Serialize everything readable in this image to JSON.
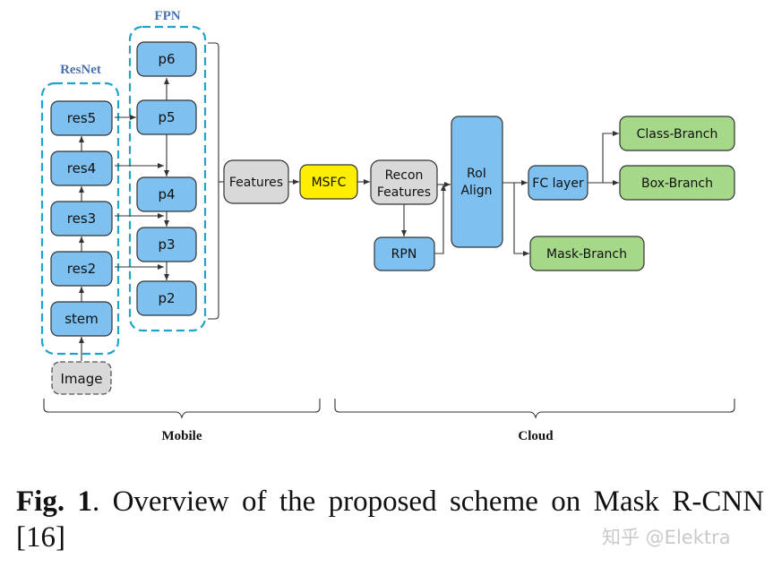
{
  "groups": {
    "resnet": "ResNet",
    "fpn": "FPN"
  },
  "nodes": {
    "image": "Image",
    "stem": "stem",
    "res2": "res2",
    "res3": "res3",
    "res4": "res4",
    "res5": "res5",
    "p2": "p2",
    "p3": "p3",
    "p4": "p4",
    "p5": "p5",
    "p6": "p6",
    "features": "Features",
    "msfc": "MSFC",
    "recon_line1": "Recon",
    "recon_line2": "Features",
    "rpn": "RPN",
    "roi_line1": "RoI",
    "roi_line2": "Align",
    "fc_layer": "FC layer",
    "class_branch": "Class-Branch",
    "box_branch": "Box-Branch",
    "mask_branch": "Mask-Branch"
  },
  "regions": {
    "mobile": "Mobile",
    "cloud": "Cloud"
  },
  "caption": {
    "label": "Fig. 1",
    "text": ".  Overview of the proposed scheme on Mask R-CNN [16]"
  },
  "watermark": "知乎 @Elektra",
  "colors": {
    "blue": "#7ec0ef",
    "gray": "#d9d9d9",
    "yellow": "#ffee00",
    "green": "#a6d88a",
    "dashed_border": "#1fa3c9",
    "group_label": "#4a72b0"
  }
}
